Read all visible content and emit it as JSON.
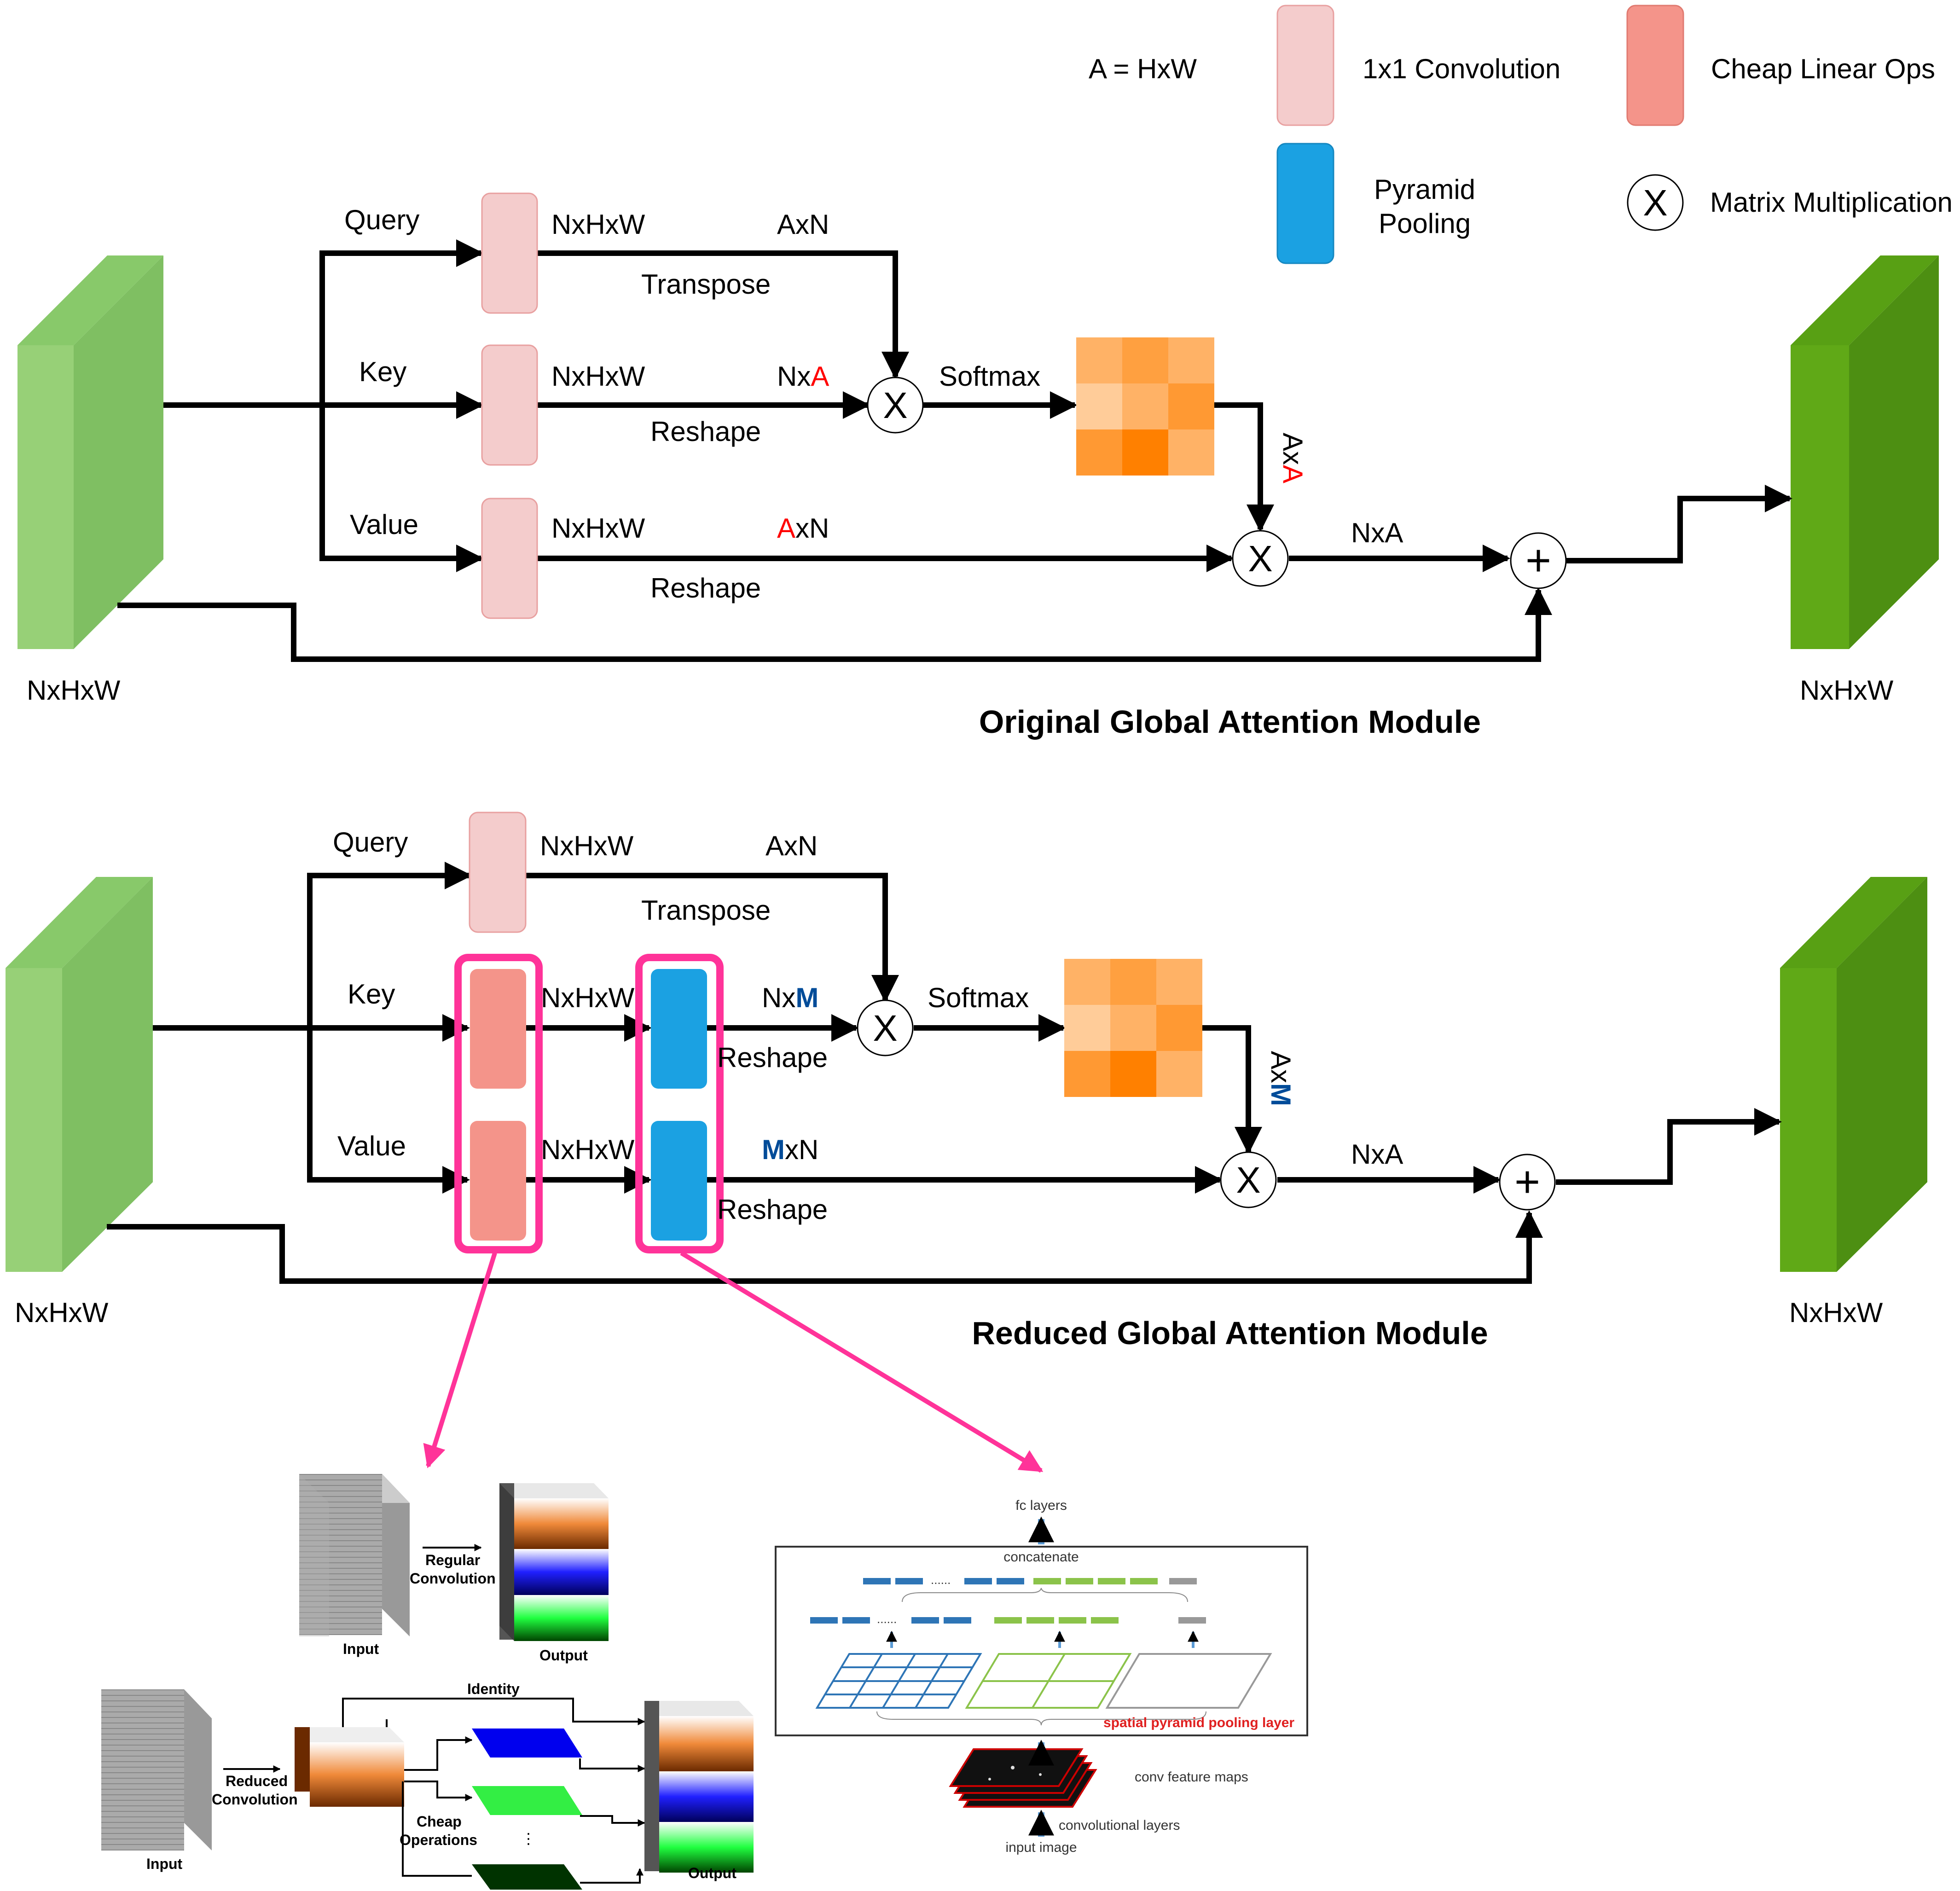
{
  "legend": {
    "a_def": "A = HxW",
    "conv": "1x1 Convolution",
    "cheap": "Cheap Linear Ops",
    "pyramid_l1": "Pyramid",
    "pyramid_l2": "Pooling",
    "matmul_sym": "X",
    "matmul": "Matrix Multiplication"
  },
  "top": {
    "title": "Original Global Attention Module",
    "query": "Query",
    "key": "Key",
    "value": "Value",
    "q_shape": "NxHxW",
    "k_shape": "NxHxW",
    "v_shape": "NxHxW",
    "q_out": "AxN",
    "transpose": "Transpose",
    "k_out_1": "Nx",
    "k_out_2": "A",
    "reshape_k": "Reshape",
    "v_out_1": "A",
    "v_out_2": "xN",
    "reshape_v": "Reshape",
    "softmax": "Softmax",
    "axa_1": "Ax",
    "axa_2": "A",
    "nxa": "NxA",
    "in_shape": "NxHxW",
    "out_shape": "NxHxW"
  },
  "bottom": {
    "title": "Reduced Global Attention Module",
    "query": "Query",
    "key": "Key",
    "value": "Value",
    "q_shape": "NxHxW",
    "k_shape": "NxHxW",
    "v_shape": "NxHxW",
    "q_out": "AxN",
    "transpose": "Transpose",
    "k_out_1": "Nx",
    "k_out_2": "M",
    "reshape_k": "Reshape",
    "v_out_1": "M",
    "v_out_2": "xN",
    "reshape_v": "Reshape",
    "softmax": "Softmax",
    "axm_1": "Ax",
    "axm_2": "M",
    "nxa": "NxA",
    "in_shape": "NxHxW",
    "out_shape": "NxHxW"
  },
  "ghost": {
    "input_1": "Input",
    "regular_1": "Regular",
    "regular_2": "Convolution",
    "output_1": "Output",
    "input_2": "Input",
    "reduced_1": "Reduced",
    "reduced_2": "Convolution",
    "identity": "Identity",
    "cheap_1": "Cheap",
    "cheap_2": "Operations",
    "output_2": "Output"
  },
  "spp": {
    "fc": "fc layers",
    "concat": "concatenate",
    "dots": "......",
    "spp_layer": "spatial pyramid pooling layer",
    "conv_maps": "conv feature maps",
    "conv_layers": "convolutional layers",
    "input_image": "input image"
  },
  "colors": {
    "conv": "#f4cccc",
    "cheap": "#f4948a",
    "pyramid": "#1ba1e2",
    "green_light": "#97d077",
    "green_dark": "#60a917",
    "magenta": "#ff3399",
    "red_text": "#ff0000",
    "blue_text": "#004c99"
  }
}
